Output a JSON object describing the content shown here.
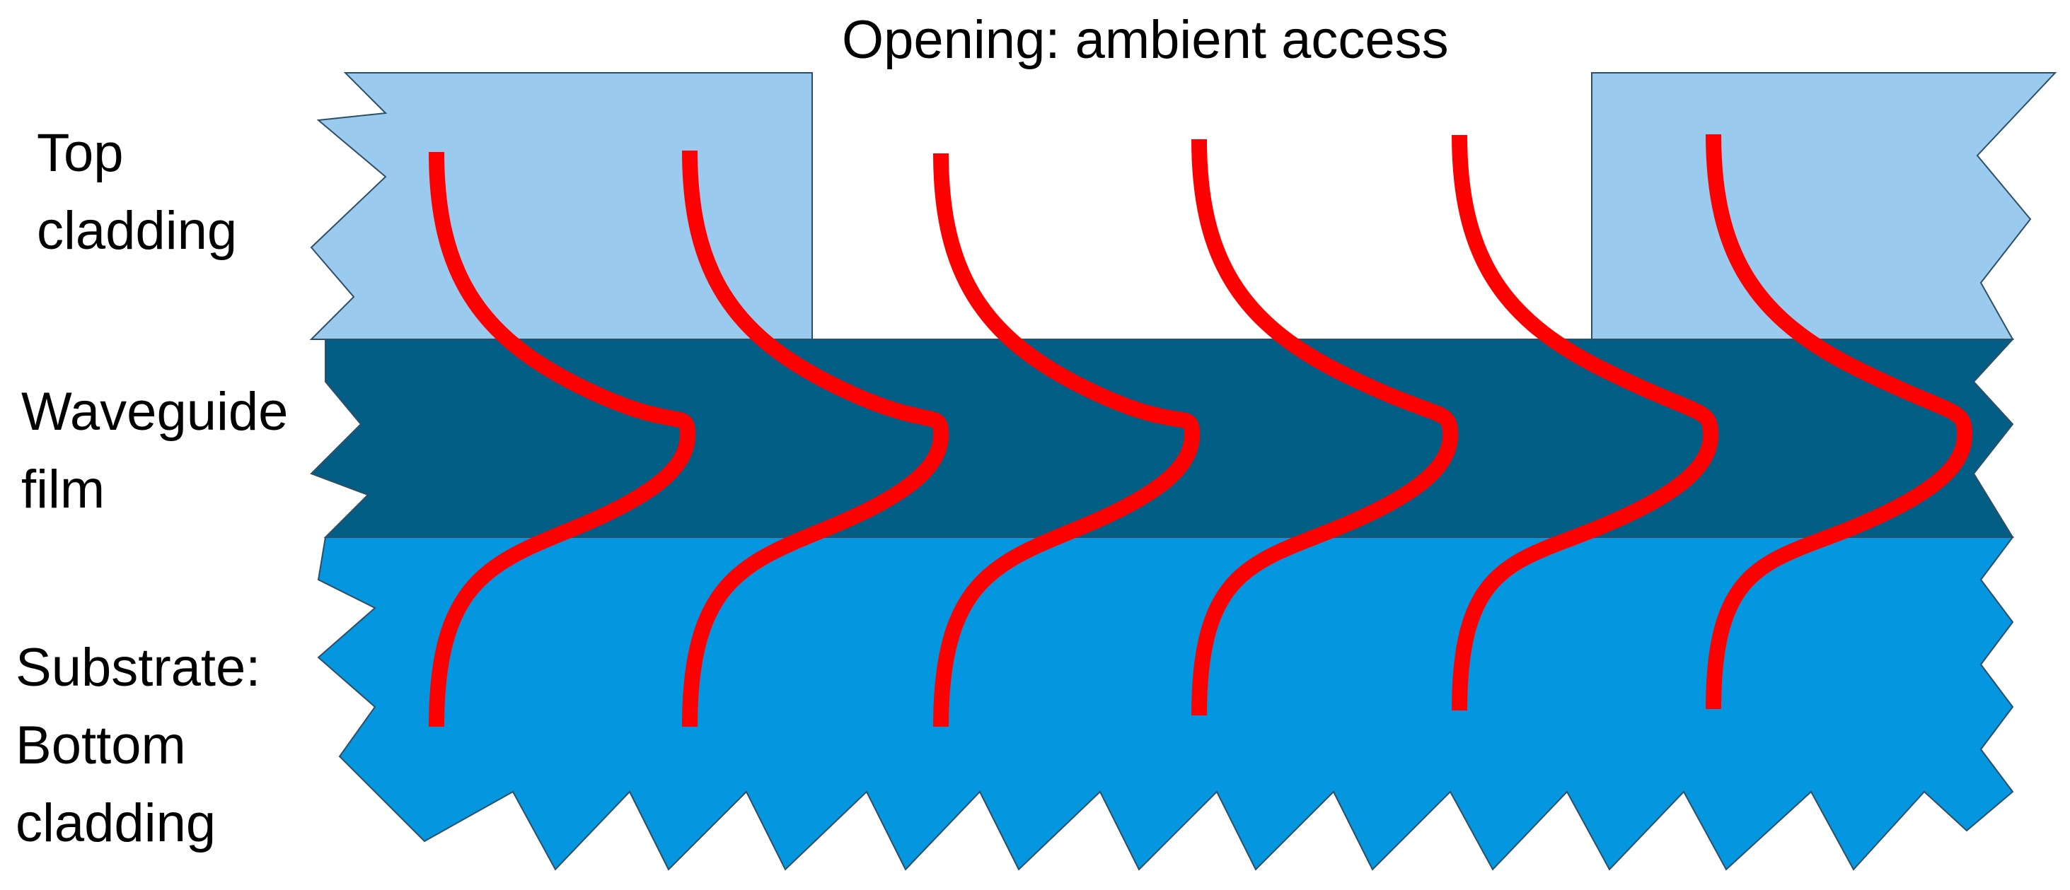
{
  "title": "Opening: ambient access",
  "labels": {
    "top_cladding": [
      "Top",
      "cladding"
    ],
    "waveguide_film": [
      "Waveguide",
      "film"
    ],
    "substrate": [
      "Substrate:",
      "Bottom",
      "cladding"
    ]
  },
  "colors": {
    "top_cladding": "#9ACAEE",
    "waveguide_film": "#035E85",
    "substrate": "#0497E0",
    "mode_profile": "#FF0000",
    "outline": "#2D4F66"
  },
  "mode_profile_count": 6
}
